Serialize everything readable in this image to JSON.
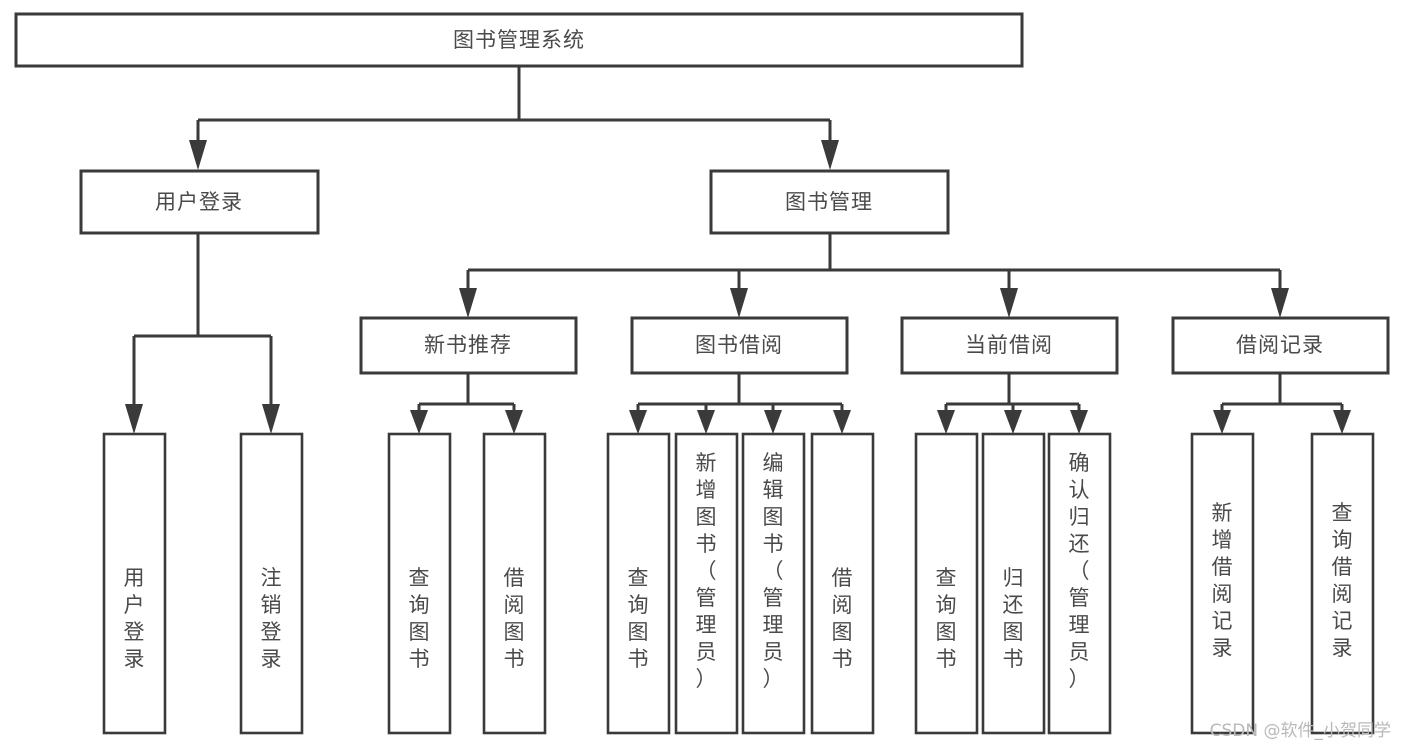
{
  "diagram": {
    "title": "图书管理系统",
    "type": "tree-hierarchy-chart",
    "watermark": "CSDN @软件_小贺同学",
    "colors": {
      "stroke": "#3a3a3a",
      "text": "#4a4a4a",
      "background": "#ffffff",
      "watermark": "#b9b9b9"
    },
    "root": {
      "label": "图书管理系统",
      "orientation": "horizontal"
    },
    "level2": [
      {
        "label": "用户登录",
        "orientation": "horizontal"
      },
      {
        "label": "图书管理",
        "orientation": "horizontal"
      }
    ],
    "level3": [
      {
        "label": "新书推荐",
        "orientation": "horizontal"
      },
      {
        "label": "图书借阅",
        "orientation": "horizontal"
      },
      {
        "label": "当前借阅",
        "orientation": "horizontal"
      },
      {
        "label": "借阅记录",
        "orientation": "horizontal"
      }
    ],
    "leaves": {
      "user_login": [
        {
          "label": "用户登录",
          "orientation": "vertical"
        },
        {
          "label": "注销登录",
          "orientation": "vertical"
        }
      ],
      "new_book_recommend": [
        {
          "label": "查询图书",
          "orientation": "vertical"
        },
        {
          "label": "借阅图书",
          "orientation": "vertical"
        }
      ],
      "book_borrow": [
        {
          "label": "查询图书",
          "orientation": "vertical"
        },
        {
          "label": "新增图书（管理员）",
          "orientation": "vertical"
        },
        {
          "label": "编辑图书（管理员）",
          "orientation": "vertical"
        },
        {
          "label": "借阅图书",
          "orientation": "vertical"
        }
      ],
      "current_borrow": [
        {
          "label": "查询图书",
          "orientation": "vertical"
        },
        {
          "label": "归还图书",
          "orientation": "vertical"
        },
        {
          "label": "确认归还（管理员）",
          "orientation": "vertical"
        }
      ],
      "borrow_record": [
        {
          "label": "新增借阅记录",
          "orientation": "vertical"
        },
        {
          "label": "查询借阅记录",
          "orientation": "vertical"
        }
      ]
    }
  }
}
